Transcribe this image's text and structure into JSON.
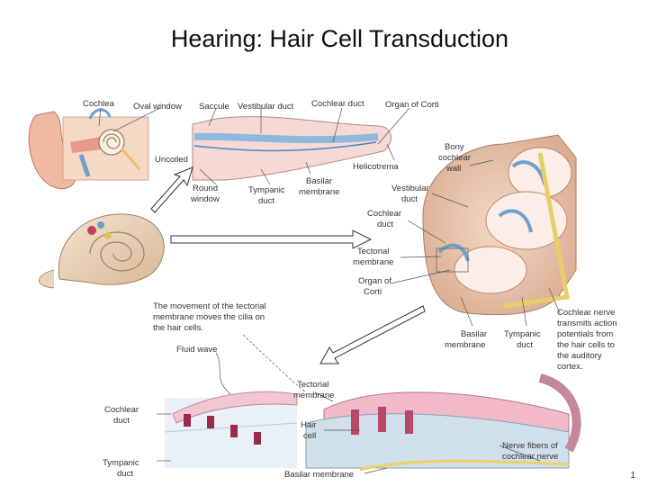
{
  "title": "Hearing: Hair Cell Transduction",
  "slide_number": "1",
  "labels": {
    "cochlea": "Cochlea",
    "oval_window": "Oval window",
    "saccule": "Saccule",
    "vestibular_duct_top": "Vestibular duct",
    "cochlear_duct_top": "Cochlear duct",
    "organ_of_corti_top": "Organ of Corti",
    "uncoiled": "Uncoiled",
    "round_window_1": "Round",
    "round_window_2": "window",
    "tympanic_duct_1": "Tympanic",
    "tympanic_duct_2": "duct",
    "basilar_membrane_1": "Basilar",
    "basilar_membrane_2": "membrane",
    "helicotrema": "Helicotrema",
    "bony_wall_1": "Bony",
    "bony_wall_2": "cochlear",
    "bony_wall_3": "wall",
    "vestibular_duct_mid_1": "Vestibular",
    "vestibular_duct_mid_2": "duct",
    "cochlear_duct_mid_1": "Cochlear",
    "cochlear_duct_mid_2": "duct",
    "tectorial_mid_1": "Tectorial",
    "tectorial_mid_2": "membrane",
    "organ_corti_mid_1": "Organ of",
    "organ_corti_mid_2": "Corti",
    "movement_1": "The movement of the tectorial",
    "movement_2": "membrane moves the cilia on",
    "movement_3": "the hair cells.",
    "fluid_wave": "Fluid wave",
    "basilar_mid_1": "Basilar",
    "basilar_mid_2": "membrane",
    "tympanic_mid_1": "Tympanic",
    "tympanic_mid_2": "duct",
    "nerve_1": "Cochlear nerve",
    "nerve_2": "transmits action",
    "nerve_3": "potentials from",
    "nerve_4": "the hair cells to",
    "nerve_5": "the auditory",
    "nerve_6": "cortex.",
    "tectorial_low_1": "Tectorial",
    "tectorial_low_2": "membrane",
    "cochlear_duct_low_1": "Cochlear",
    "cochlear_duct_low_2": "duct",
    "hair_cell_1": "Hair",
    "hair_cell_2": "cell",
    "tympanic_low_1": "Tympanic",
    "tympanic_low_2": "duct",
    "basilar_low": "Basilar membrane",
    "nerve_fibers_1": "Nerve fibers of",
    "nerve_fibers_2": "cochlear nerve"
  }
}
